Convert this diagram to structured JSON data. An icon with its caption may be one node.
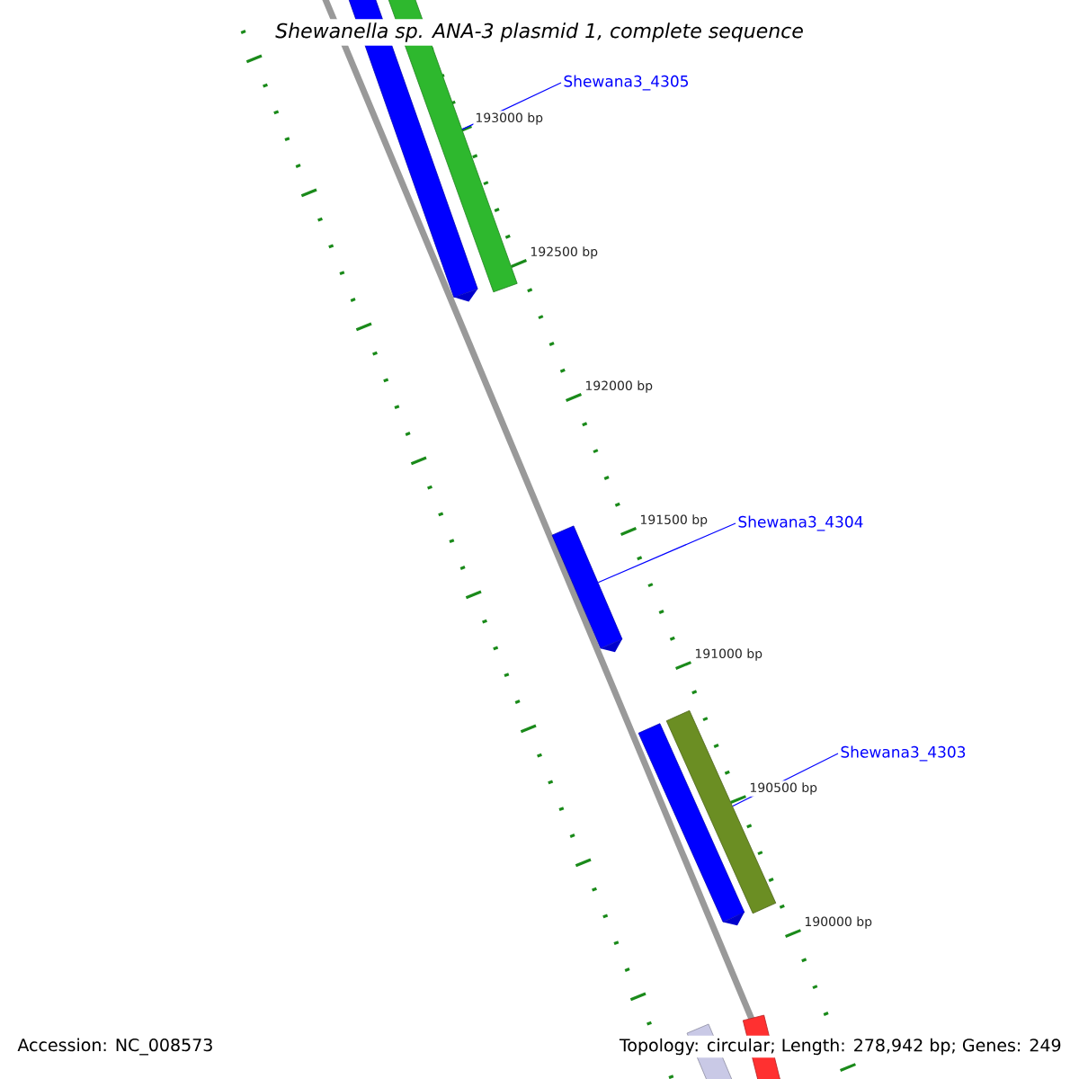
{
  "diagram": {
    "title": "*Shewanella* sp. ANA-3 plasmid 1, complete sequence",
    "nodes": [
      {
        "text": [
          "Shewana3_4305"
        ]
      },
      {
        "text": [
          "Shewana3_4304"
        ]
      },
      {
        "text": [
          "Shewana3_4303"
        ]
      },
      {
        "text": [],
        "shape": "bar"
      },
      {
        "text": [],
        "shape": "bar"
      },
      {
        "text": [],
        "shape": "bar"
      },
      {
        "text": [],
        "shape": "bar"
      },
      {
        "text": [],
        "shape": "bar"
      },
      {
        "text": [],
        "shape": "bar"
      },
      {
        "text": [],
        "shape": "bar"
      }
    ],
    "edges": [
      {
        "from": 0,
        "to": 4,
        "arrow": "none"
      },
      {
        "from": 1,
        "to": 5,
        "arrow": "none"
      },
      {
        "from": 2,
        "to": 7,
        "arrow": "none"
      }
    ],
    "labels": [
      "193000 bp",
      "192500 bp",
      "192000 bp",
      "191500 bp",
      "191000 bp",
      "190500 bp",
      "190000 bp",
      "Accession: NC_008573",
      "Topology: circular; Length: 278,942 bp; Genes: 249"
    ]
  }
}
